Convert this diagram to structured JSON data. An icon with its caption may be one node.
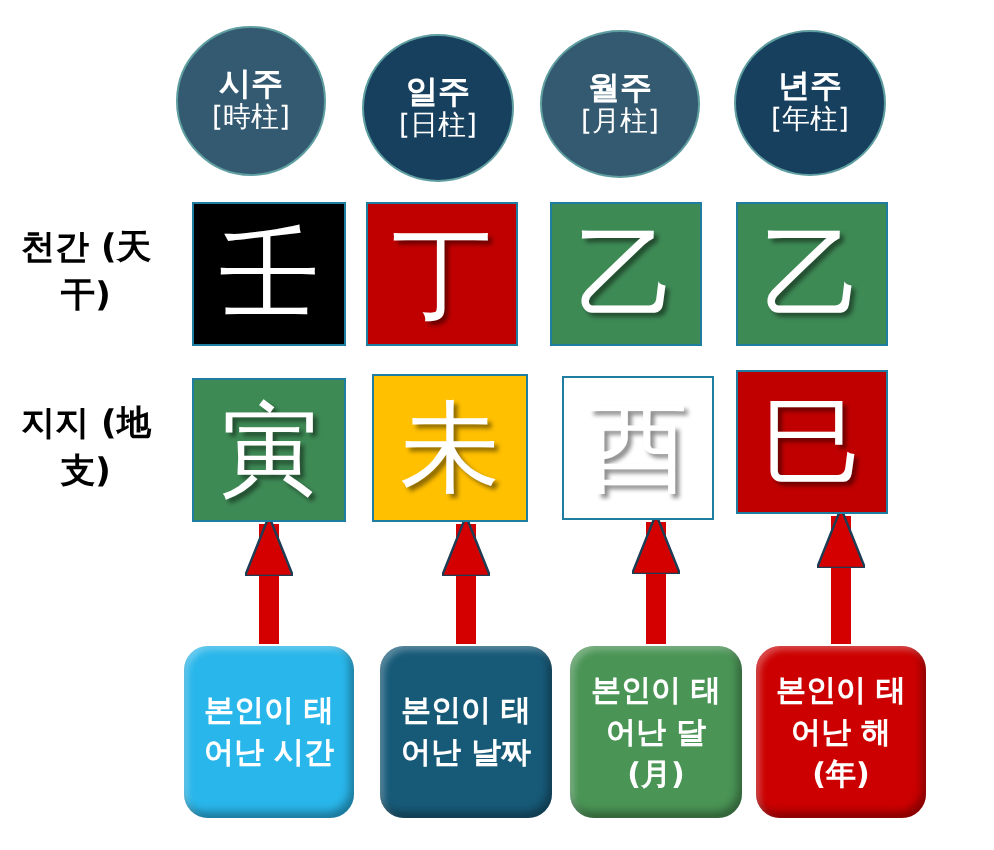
{
  "diagram": {
    "nodes": [
      {
        "text": [
          "시주",
          "[時柱]"
        ]
      },
      {
        "text": [
          "일주",
          "[日柱]"
        ]
      },
      {
        "text": [
          "월주",
          "[月柱]"
        ]
      },
      {
        "text": [
          "년주",
          "[年柱]"
        ]
      },
      {
        "text": [
          "壬"
        ]
      },
      {
        "text": [
          "丁"
        ]
      },
      {
        "text": [
          "乙"
        ]
      },
      {
        "text": [
          "乙"
        ]
      },
      {
        "text": [
          "寅"
        ]
      },
      {
        "text": [
          "未"
        ]
      },
      {
        "text": [
          "酉"
        ]
      },
      {
        "text": [
          "巳"
        ]
      },
      {
        "text": [
          "본인이 태어난 시간"
        ]
      },
      {
        "text": [
          "본인이 태어난 날짜"
        ]
      },
      {
        "text": [
          "본인이 태어난 달(月)"
        ]
      },
      {
        "text": [
          "본인이 태어난 해(年)"
        ]
      }
    ],
    "edges": [
      {
        "from": 12,
        "to": 8,
        "arrow": "to"
      },
      {
        "from": 13,
        "to": 9,
        "arrow": "to"
      },
      {
        "from": 14,
        "to": 10,
        "arrow": "to"
      },
      {
        "from": 15,
        "to": 11,
        "arrow": "to"
      }
    ],
    "labels": [
      "천간 (天干)",
      "지지 (地支)"
    ]
  }
}
